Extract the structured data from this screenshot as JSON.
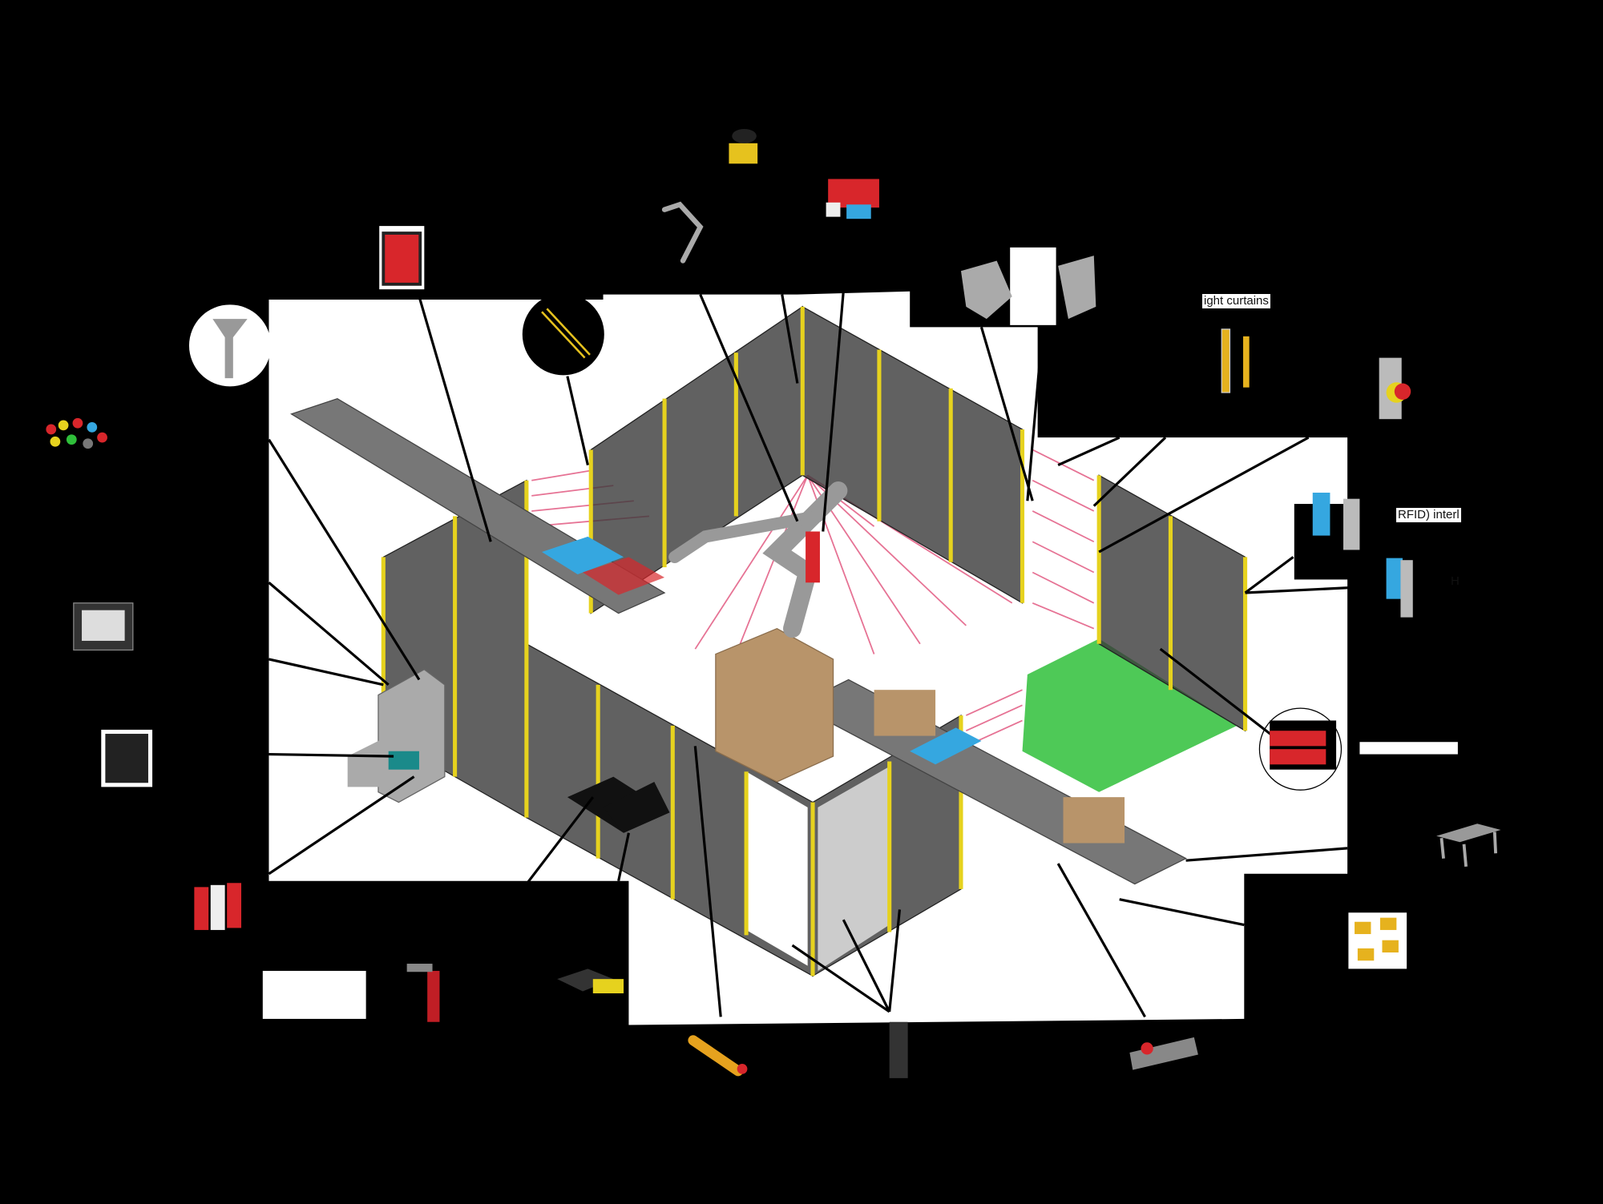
{
  "labels": {
    "light_curtains": "ight curtains",
    "rfid_interlock": "RFID) interl",
    "hinge_fragment": "H"
  },
  "colors": {
    "background": "#000000",
    "canvas": "#ffffff",
    "fence_post": "#e6d21e",
    "fence_mesh": "#3a3a3a",
    "laser": "#e0507a",
    "safe_floor": "#2fbf3a",
    "conveyor_stripe": "#35a7e0",
    "safety_red": "#d8262b"
  },
  "callout_icons": [
    "key-switch-icon",
    "pushbuttons-icon",
    "hmi-panel-icon",
    "safety-controller-icon",
    "safety-relay-icon",
    "door-interlock-icon",
    "safety-mat-icon",
    "enabling-device-icon",
    "light-grid-icon",
    "control-station-icon",
    "limit-switch-icon",
    "table-icon",
    "magnetic-switch-icon",
    "rfid-interlock-icon",
    "emergency-stop-icon",
    "light-curtain-icon",
    "hinge-switch-icon",
    "laser-scanner-icon",
    "solenoid-lock-icon",
    "cobot-icon",
    "guard-lock-panel-icon",
    "light-beam-icon"
  ]
}
